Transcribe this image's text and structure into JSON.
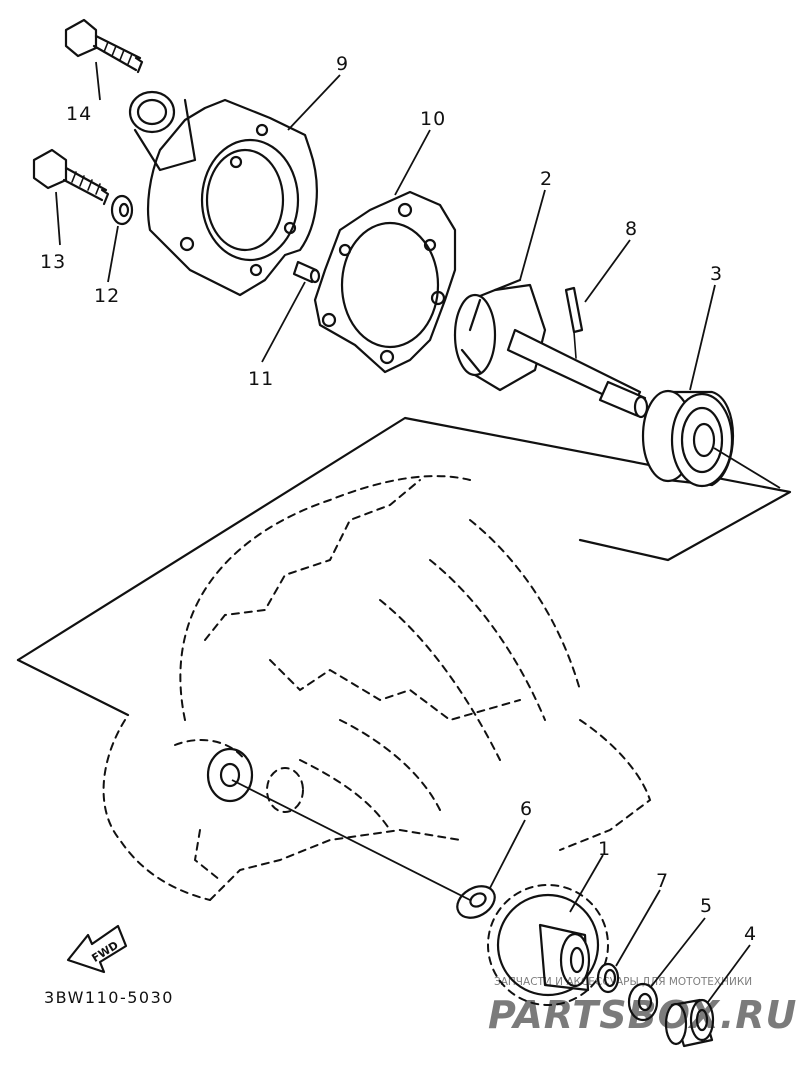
{
  "callouts": {
    "c1": "1",
    "c2": "2",
    "c3": "3",
    "c4": "4",
    "c5": "5",
    "c6": "6",
    "c7": "7",
    "c8": "8",
    "c9": "9",
    "c10": "10",
    "c11": "11",
    "c12": "12",
    "c13": "13",
    "c14": "14"
  },
  "fwd_label": "FWD",
  "diagram_code": "3BW110-5030",
  "watermark": {
    "small": "ЗАПЧАСТИ И АКСЕССУАРЫ ДЛЯ МОТОТЕХНИКИ",
    "logo": "PARTSBOX.RU",
    "color": "#e0506a"
  }
}
